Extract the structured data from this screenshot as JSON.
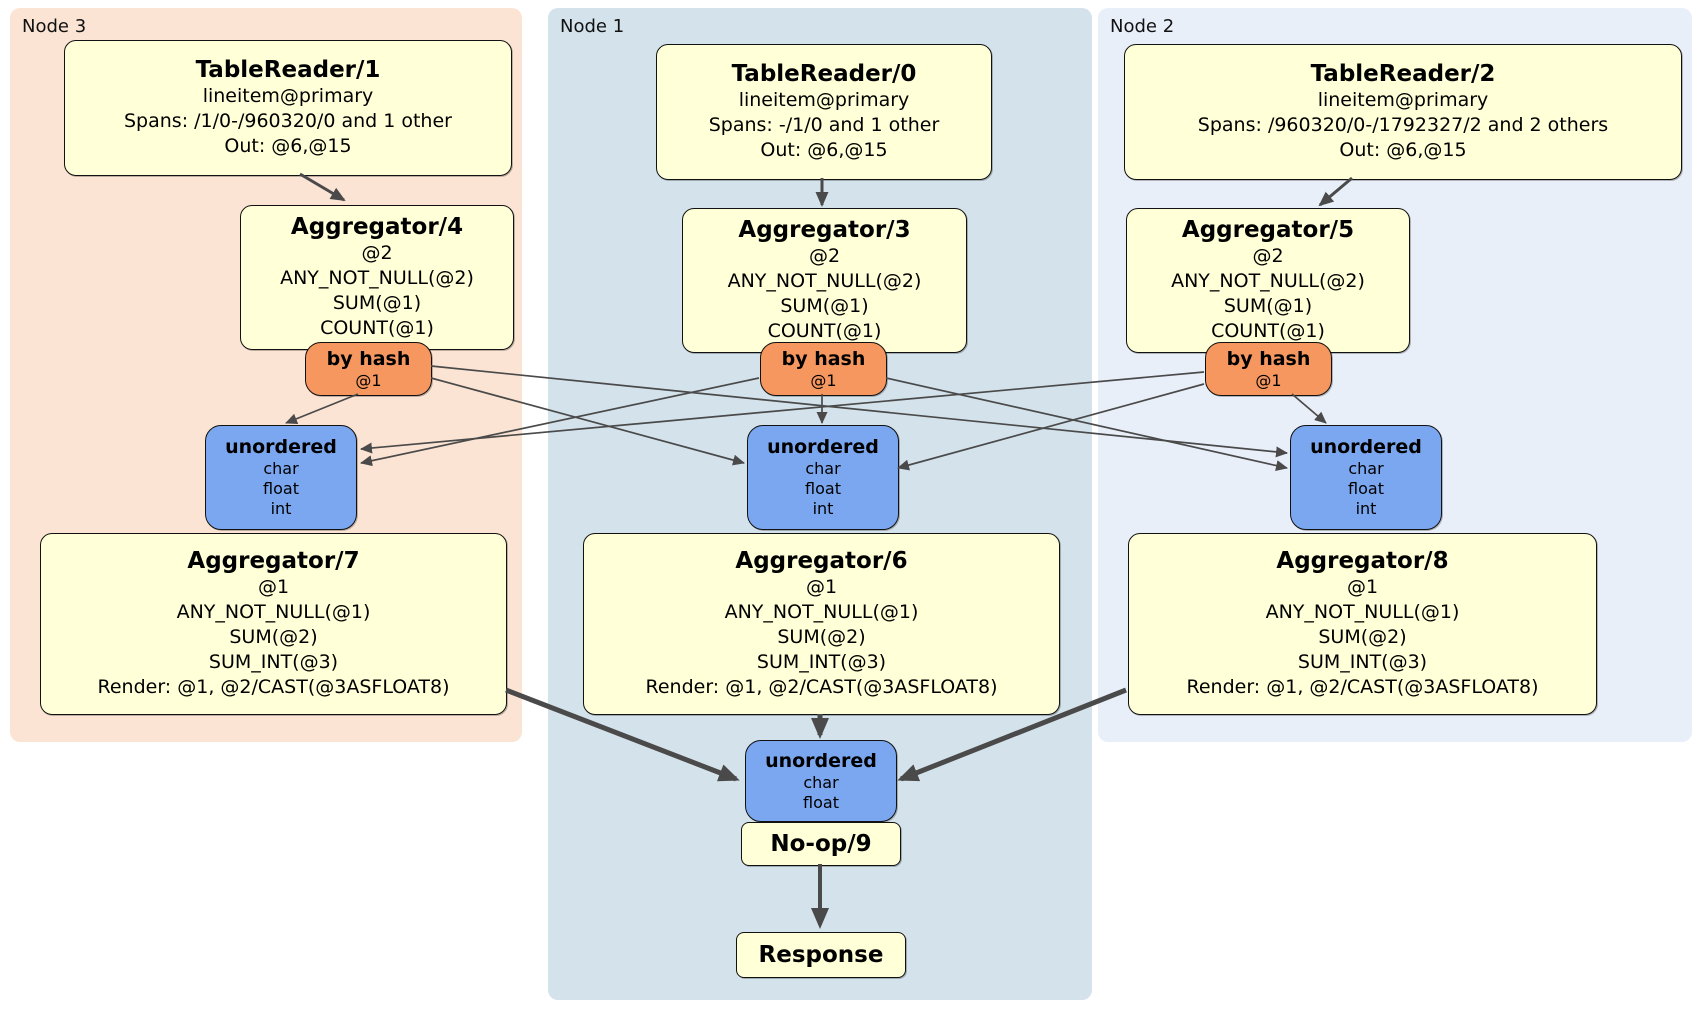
{
  "colors": {
    "node3_bg": "#fce4d4",
    "node1_bg": "#d4e2eb",
    "node2_bg": "#e9eff9",
    "operator_bg": "#ffffd8",
    "router_bg": "#f5975f",
    "sync_bg": "#7ba7f0",
    "edge": "#4a4a4a"
  },
  "groups": [
    {
      "label": "Node 3",
      "table_reader": {
        "title": "TableReader/1",
        "lines": [
          "lineitem@primary",
          "Spans: /1/0-/960320/0 and 1 other",
          "Out: @6,@15"
        ]
      },
      "aggregator_top": {
        "title": "Aggregator/4",
        "lines": [
          "@2",
          "ANY_NOT_NULL(@2)",
          "SUM(@1)",
          "COUNT(@1)"
        ]
      },
      "router": {
        "title": "by hash",
        "detail": "@1"
      },
      "sync": {
        "title": "unordered",
        "lines": [
          "char",
          "float",
          "int"
        ]
      },
      "aggregator_bottom": {
        "title": "Aggregator/7",
        "lines": [
          "@1",
          "ANY_NOT_NULL(@1)",
          "SUM(@2)",
          "SUM_INT(@3)",
          "Render: @1, @2/CAST(@3ASFLOAT8)"
        ]
      }
    },
    {
      "label": "Node 1",
      "table_reader": {
        "title": "TableReader/0",
        "lines": [
          "lineitem@primary",
          "Spans: -/1/0 and 1 other",
          "Out: @6,@15"
        ]
      },
      "aggregator_top": {
        "title": "Aggregator/3",
        "lines": [
          "@2",
          "ANY_NOT_NULL(@2)",
          "SUM(@1)",
          "COUNT(@1)"
        ]
      },
      "router": {
        "title": "by hash",
        "detail": "@1"
      },
      "sync": {
        "title": "unordered",
        "lines": [
          "char",
          "float",
          "int"
        ]
      },
      "aggregator_bottom": {
        "title": "Aggregator/6",
        "lines": [
          "@1",
          "ANY_NOT_NULL(@1)",
          "SUM(@2)",
          "SUM_INT(@3)",
          "Render: @1, @2/CAST(@3ASFLOAT8)"
        ]
      }
    },
    {
      "label": "Node 2",
      "table_reader": {
        "title": "TableReader/2",
        "lines": [
          "lineitem@primary",
          "Spans: /960320/0-/1792327/2 and 2 others",
          "Out: @6,@15"
        ]
      },
      "aggregator_top": {
        "title": "Aggregator/5",
        "lines": [
          "@2",
          "ANY_NOT_NULL(@2)",
          "SUM(@1)",
          "COUNT(@1)"
        ]
      },
      "router": {
        "title": "by hash",
        "detail": "@1"
      },
      "sync": {
        "title": "unordered",
        "lines": [
          "char",
          "float",
          "int"
        ]
      },
      "aggregator_bottom": {
        "title": "Aggregator/8",
        "lines": [
          "@1",
          "ANY_NOT_NULL(@1)",
          "SUM(@2)",
          "SUM_INT(@3)",
          "Render: @1, @2/CAST(@3ASFLOAT8)"
        ]
      }
    }
  ],
  "final_stage": {
    "sync": {
      "title": "unordered",
      "lines": [
        "char",
        "float"
      ]
    },
    "noop_label": "No-op/9",
    "response_label": "Response"
  }
}
